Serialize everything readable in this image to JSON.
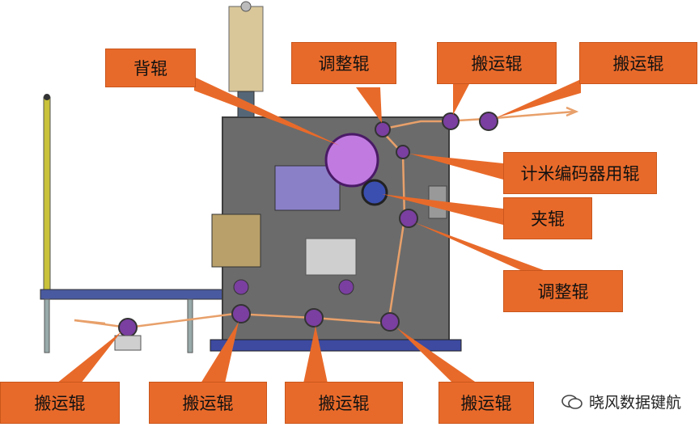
{
  "labels": {
    "back_roller": "背辊",
    "adjust_roller_top": "调整辊",
    "transport_roller_top1": "搬运辊",
    "transport_roller_top2": "搬运辊",
    "meter_encoder_roller": "计米编码器用辊",
    "nip_roller": "夹辊",
    "adjust_roller_mid": "调整辊",
    "transport_roller_b1": "搬运辊",
    "transport_roller_b2": "搬运辊",
    "transport_roller_b3": "搬运辊",
    "transport_roller_b4": "搬运辊"
  },
  "watermark": {
    "text": "晓风数据键航",
    "icon": "wechat-icon"
  },
  "colors": {
    "callout": "#e86a2a",
    "web_path": "#e8a06a",
    "roller": "#7a3fa0",
    "frame": "#5a5a5a"
  }
}
